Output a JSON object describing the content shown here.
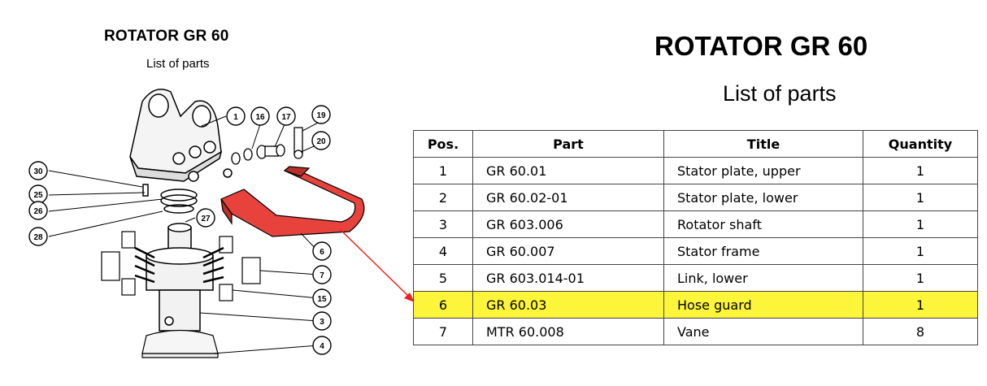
{
  "left": {
    "title": "ROTATOR GR 60",
    "subtitle": "List of parts",
    "callouts": [
      "1",
      "16",
      "17",
      "19",
      "20",
      "30",
      "25",
      "26",
      "28",
      "27",
      "6",
      "7",
      "15",
      "3",
      "4"
    ]
  },
  "right": {
    "title": "ROTATOR GR 60",
    "subtitle": "List of parts"
  },
  "table": {
    "headers": [
      "Pos.",
      "Part",
      "Title",
      "Quantity"
    ],
    "rows": [
      {
        "pos": "1",
        "part": "GR 60.01",
        "title": "Stator plate, upper",
        "qty": "1"
      },
      {
        "pos": "2",
        "part": "GR 60.02-01",
        "title": "Stator plate, lower",
        "qty": "1"
      },
      {
        "pos": "3",
        "part": "GR 603.006",
        "title": "Rotator shaft",
        "qty": "1"
      },
      {
        "pos": "4",
        "part": "GR 60.007",
        "title": "Stator frame",
        "qty": "1"
      },
      {
        "pos": "5",
        "part": "GR 603.014-01",
        "title": "Link, lower",
        "qty": "1"
      },
      {
        "pos": "6",
        "part": "GR 60.03",
        "title": "Hose guard",
        "qty": "1"
      },
      {
        "pos": "7",
        "part": "MTR 60.008",
        "title": "Vane",
        "qty": "8"
      }
    ],
    "highlight_row": 6,
    "highlight_color": "#fdf53a"
  },
  "colors": {
    "guard": "#e8423c",
    "arrow": "#e8221e"
  }
}
